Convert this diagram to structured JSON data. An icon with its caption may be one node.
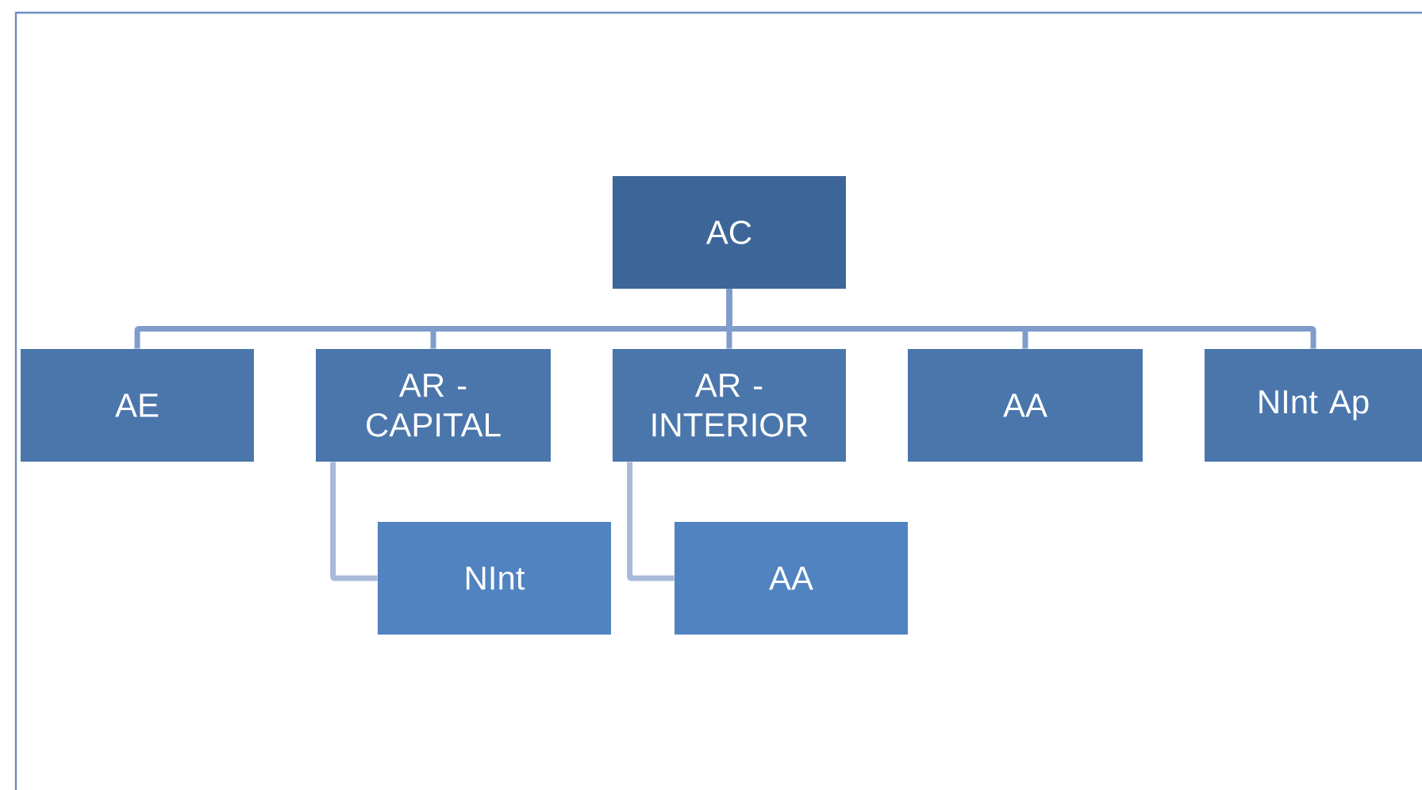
{
  "diagram": {
    "nodes": [
      {
        "text": [
          "AC"
        ]
      },
      {
        "text": [
          "AE"
        ]
      },
      {
        "text": [
          "AR - CAPITAL"
        ]
      },
      {
        "text": [
          "AR - INTERIOR"
        ]
      },
      {
        "text": [
          "AA"
        ]
      },
      {
        "text": [
          "NInt Ap"
        ]
      },
      {
        "text": [
          "NInt"
        ]
      },
      {
        "text": [
          "AA"
        ]
      }
    ],
    "edges": [
      {
        "from": 0,
        "to": 1,
        "arrow": "none"
      },
      {
        "from": 0,
        "to": 2,
        "arrow": "none"
      },
      {
        "from": 0,
        "to": 3,
        "arrow": "none"
      },
      {
        "from": 0,
        "to": 4,
        "arrow": "none"
      },
      {
        "from": 0,
        "to": 5,
        "arrow": "none"
      },
      {
        "from": 2,
        "to": 6,
        "arrow": "none",
        "color": "#a9b9d9"
      },
      {
        "from": 3,
        "to": 7,
        "arrow": "none",
        "color": "#a9b9d9"
      }
    ]
  }
}
